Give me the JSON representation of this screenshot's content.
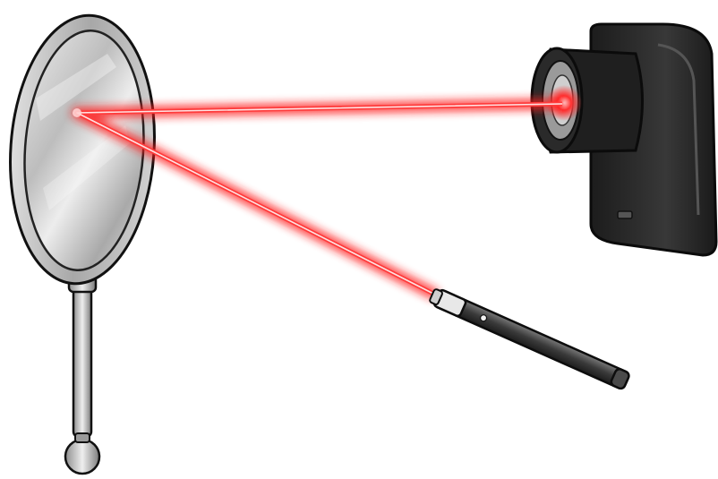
{
  "scene": {
    "background": "#ffffff",
    "objects": [
      {
        "name": "hand-mirror",
        "icon": "mirror-icon"
      },
      {
        "name": "laser-pointer",
        "icon": "laser-pointer-icon"
      },
      {
        "name": "camera",
        "icon": "camera-icon"
      },
      {
        "name": "laser-beam",
        "icon": "laser-beam-icon"
      }
    ],
    "colors": {
      "beam_core": "#ffe6e6",
      "beam_glow": "#ff2020",
      "mirror_frame": "#b9b9b9",
      "mirror_glass": "#cfcfcf",
      "camera_body": "#2d2d2d",
      "pointer_body": "#3a3a3a",
      "outline": "#111111"
    }
  }
}
